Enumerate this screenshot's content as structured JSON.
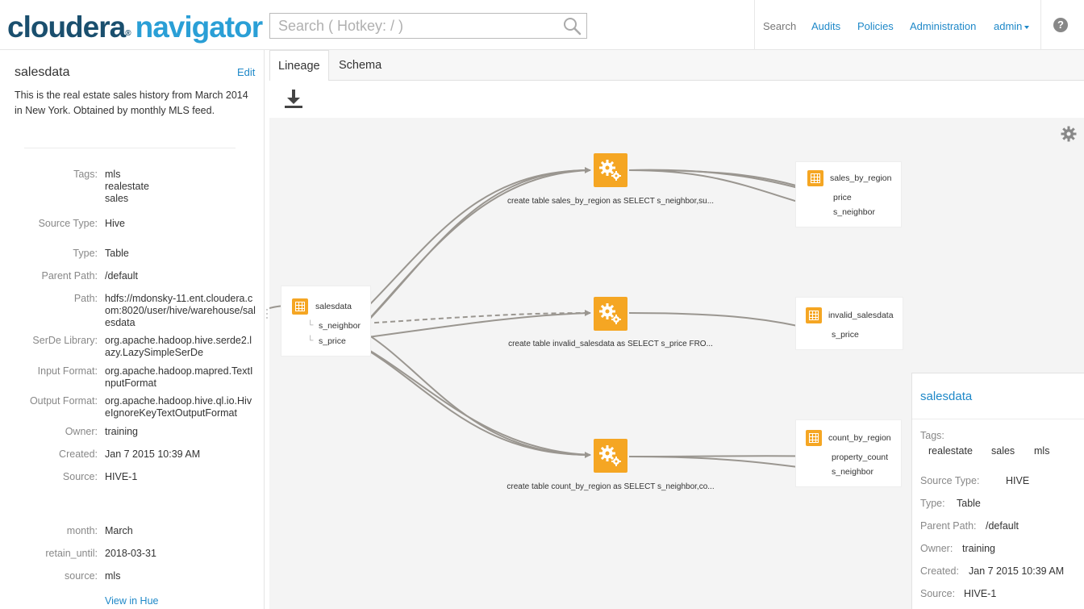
{
  "brand": {
    "word1": "cloudera",
    "tm": "®",
    "word2": "navigator"
  },
  "search": {
    "placeholder": "Search ( Hotkey: / )"
  },
  "nav": {
    "search": "Search",
    "audits": "Audits",
    "policies": "Policies",
    "administration": "Administration",
    "user": "admin",
    "help": "?"
  },
  "left": {
    "title": "salesdata",
    "edit": "Edit",
    "description": "This is the real estate sales history from March 2014 in New York. Obtained by monthly MLS feed.",
    "tags_label": "Tags:",
    "tags": [
      "mls",
      "realestate",
      "sales"
    ],
    "props": [
      {
        "label": "Source Type:",
        "value": "Hive"
      },
      {
        "label": "Type:",
        "value": "Table"
      },
      {
        "label": "Parent Path:",
        "value": "/default"
      },
      {
        "label": "Path:",
        "value": "hdfs://mdonsky-11.ent.cloudera.com:8020/user/hive/warehouse/salesdata"
      },
      {
        "label": "SerDe Library:",
        "value": "org.apache.hadoop.hive.serde2.lazy.LazySimpleSerDe"
      },
      {
        "label": "Input Format:",
        "value": "org.apache.hadoop.mapred.TextInputFormat"
      },
      {
        "label": "Output Format:",
        "value": "org.apache.hadoop.hive.ql.io.HiveIgnoreKeyTextOutputFormat"
      },
      {
        "label": "Owner:",
        "value": "training"
      },
      {
        "label": "Created:",
        "value": "Jan 7 2015 10:39 AM"
      },
      {
        "label": "Source:",
        "value": "HIVE-1"
      }
    ],
    "custom": [
      {
        "label": "month:",
        "value": "March"
      },
      {
        "label": "retain_until:",
        "value": "2018-03-31"
      },
      {
        "label": "source:",
        "value": "mls"
      }
    ],
    "view_link": "View in Hue"
  },
  "tabs": [
    "Lineage",
    "Schema"
  ],
  "lineage": {
    "source": {
      "name": "salesdata",
      "fields": [
        "s_neighbor",
        "s_price"
      ]
    },
    "operations": [
      "create table sales_by_region as SELECT s_neighbor,su...",
      "create table invalid_salesdata as SELECT s_price FRO...",
      "create table count_by_region as SELECT s_neighbor,co..."
    ],
    "targets": [
      {
        "name": "sales_by_region",
        "fields": [
          "price",
          "s_neighbor"
        ]
      },
      {
        "name": "invalid_salesdata",
        "fields": [
          "s_price"
        ]
      },
      {
        "name": "count_by_region",
        "fields": [
          "property_count",
          "s_neighbor"
        ]
      }
    ]
  },
  "popover": {
    "title": "salesdata",
    "tags_label": "Tags:",
    "tags": [
      "realestate",
      "sales",
      "mls"
    ],
    "source_type_label": "Source Type:",
    "source_type": "HIVE",
    "type_label": "Type:",
    "type": "Table",
    "parent_path_label": "Parent Path:",
    "parent_path": "/default",
    "owner_label": "Owner:",
    "owner": "training",
    "created_label": "Created:",
    "created": "Jan 7 2015 10:39 AM",
    "source_label": "Source:",
    "source": "HIVE-1"
  },
  "colors": {
    "accent": "#1e88c8",
    "node": "#f5a623",
    "edge": "#9a9690"
  }
}
